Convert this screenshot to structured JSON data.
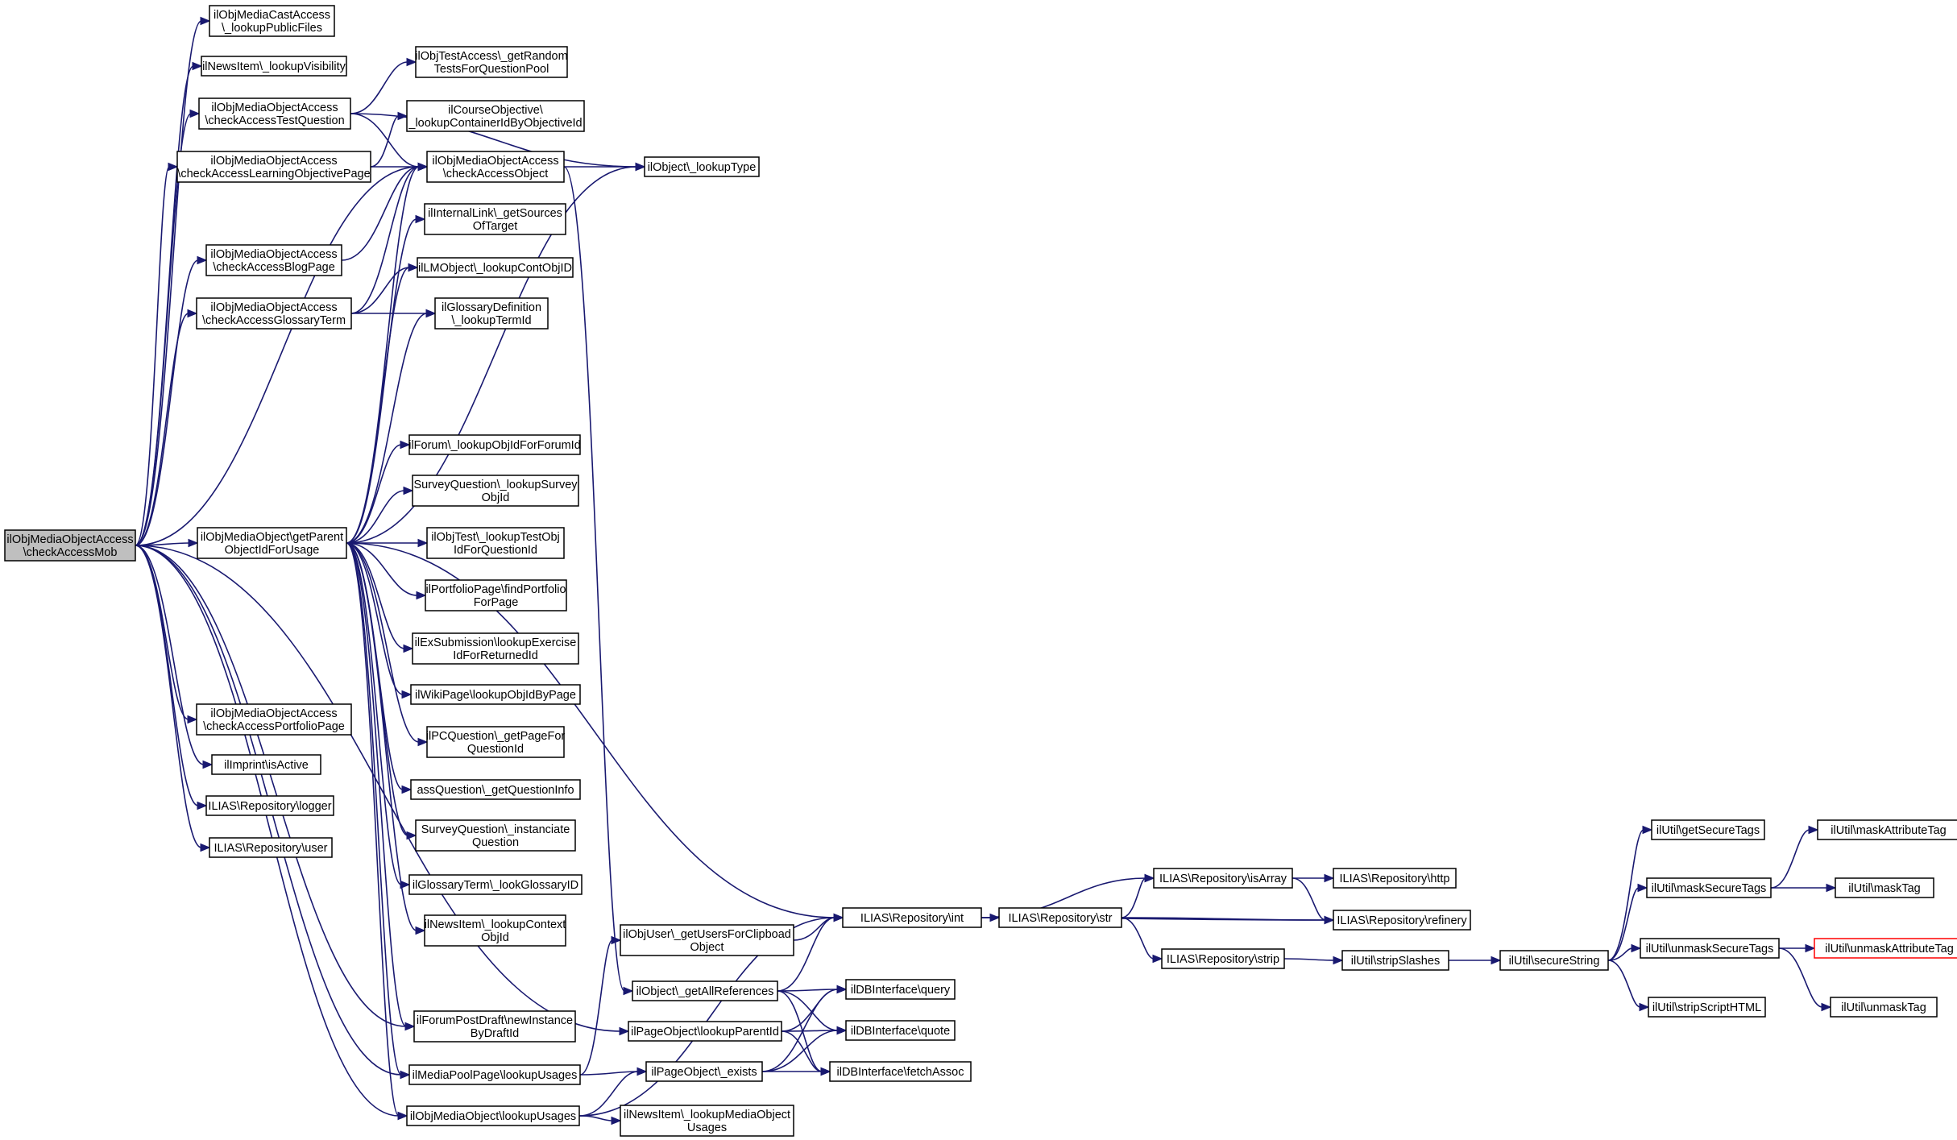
{
  "nodes": [
    {
      "id": "n0",
      "lines": [
        "ilObjMediaObjectAccess",
        "\\checkAccessMob"
      ],
      "style": "root"
    },
    {
      "id": "n1",
      "lines": [
        "ilObjMediaCastAccess",
        "\\_lookupPublicFiles"
      ]
    },
    {
      "id": "n2",
      "lines": [
        "ilNewsItem\\_lookupVisibility"
      ]
    },
    {
      "id": "n3",
      "lines": [
        "ilObjMediaObjectAccess",
        "\\checkAccessTestQuestion"
      ]
    },
    {
      "id": "n4",
      "lines": [
        "ilObjMediaObjectAccess",
        "\\checkAccessLearningObjectivePage"
      ]
    },
    {
      "id": "n5",
      "lines": [
        "ilObjMediaObjectAccess",
        "\\checkAccessBlogPage"
      ]
    },
    {
      "id": "n6",
      "lines": [
        "ilObjMediaObjectAccess",
        "\\checkAccessGlossaryTerm"
      ]
    },
    {
      "id": "n7",
      "lines": [
        "ilObjMediaObject\\getParent",
        "ObjectIdForUsage"
      ]
    },
    {
      "id": "n8",
      "lines": [
        "ilObjMediaObjectAccess",
        "\\checkAccessPortfolioPage"
      ]
    },
    {
      "id": "n9",
      "lines": [
        "ilImprint\\isActive"
      ]
    },
    {
      "id": "n10",
      "lines": [
        "ILIAS\\Repository\\logger"
      ]
    },
    {
      "id": "n11",
      "lines": [
        "ILIAS\\Repository\\user"
      ]
    },
    {
      "id": "n12",
      "lines": [
        "ilObjTestAccess\\_getRandom",
        "TestsForQuestionPool"
      ]
    },
    {
      "id": "n13",
      "lines": [
        "ilCourseObjective\\",
        "_lookupContainerIdByObjectiveId"
      ]
    },
    {
      "id": "n14",
      "lines": [
        "ilObjMediaObjectAccess",
        "\\checkAccessObject"
      ]
    },
    {
      "id": "n15",
      "lines": [
        "ilObject\\_lookupType"
      ]
    },
    {
      "id": "n16",
      "lines": [
        "ilInternalLink\\_getSources",
        "OfTarget"
      ]
    },
    {
      "id": "n17",
      "lines": [
        "ilLMObject\\_lookupContObjID"
      ]
    },
    {
      "id": "n18",
      "lines": [
        "ilGlossaryDefinition",
        "\\_lookupTermId"
      ]
    },
    {
      "id": "n19",
      "lines": [
        "ilForum\\_lookupObjIdForForumId"
      ]
    },
    {
      "id": "n20",
      "lines": [
        "SurveyQuestion\\_lookupSurvey",
        "ObjId"
      ]
    },
    {
      "id": "n21",
      "lines": [
        "ilObjTest\\_lookupTestObj",
        "IdForQuestionId"
      ]
    },
    {
      "id": "n22",
      "lines": [
        "ilPortfolioPage\\findPortfolio",
        "ForPage"
      ]
    },
    {
      "id": "n23",
      "lines": [
        "ilExSubmission\\lookupExercise",
        "IdForReturnedId"
      ]
    },
    {
      "id": "n24",
      "lines": [
        "ilWikiPage\\lookupObjIdByPage"
      ]
    },
    {
      "id": "n25",
      "lines": [
        "ilPCQuestion\\_getPageFor",
        "QuestionId"
      ]
    },
    {
      "id": "n26",
      "lines": [
        "assQuestion\\_getQuestionInfo"
      ]
    },
    {
      "id": "n27",
      "lines": [
        "SurveyQuestion\\_instanciate",
        "Question"
      ]
    },
    {
      "id": "n28",
      "lines": [
        "ilGlossaryTerm\\_lookGlossaryID"
      ]
    },
    {
      "id": "n29",
      "lines": [
        "ilNewsItem\\_lookupContext",
        "ObjId"
      ]
    },
    {
      "id": "n30",
      "lines": [
        "ilForumPostDraft\\newInstance",
        "ByDraftId"
      ]
    },
    {
      "id": "n31",
      "lines": [
        "ilMediaPoolPage\\lookupUsages"
      ]
    },
    {
      "id": "n32",
      "lines": [
        "ilObjMediaObject\\lookupUsages"
      ]
    },
    {
      "id": "n33",
      "lines": [
        "ilObjUser\\_getUsersForClipboad",
        "Object"
      ]
    },
    {
      "id": "n34",
      "lines": [
        "ilObject\\_getAllReferences"
      ]
    },
    {
      "id": "n35",
      "lines": [
        "ilPageObject\\lookupParentId"
      ]
    },
    {
      "id": "n36",
      "lines": [
        "ilPageObject\\_exists"
      ]
    },
    {
      "id": "n37",
      "lines": [
        "ilNewsItem\\_lookupMediaObject",
        "Usages"
      ]
    },
    {
      "id": "n38",
      "lines": [
        "ILIAS\\Repository\\int"
      ]
    },
    {
      "id": "n39",
      "lines": [
        "ilDBInterface\\query"
      ]
    },
    {
      "id": "n40",
      "lines": [
        "ilDBInterface\\quote"
      ]
    },
    {
      "id": "n41",
      "lines": [
        "ilDBInterface\\fetchAssoc"
      ]
    },
    {
      "id": "n42",
      "lines": [
        "ILIAS\\Repository\\str"
      ]
    },
    {
      "id": "n43",
      "lines": [
        "ILIAS\\Repository\\isArray"
      ]
    },
    {
      "id": "n44",
      "lines": [
        "ILIAS\\Repository\\strip"
      ]
    },
    {
      "id": "n45",
      "lines": [
        "ILIAS\\Repository\\http"
      ]
    },
    {
      "id": "n46",
      "lines": [
        "ILIAS\\Repository\\refinery"
      ]
    },
    {
      "id": "n47",
      "lines": [
        "ilUtil\\stripSlashes"
      ]
    },
    {
      "id": "n48",
      "lines": [
        "ilUtil\\secureString"
      ]
    },
    {
      "id": "n49",
      "lines": [
        "ilUtil\\getSecureTags"
      ]
    },
    {
      "id": "n50",
      "lines": [
        "ilUtil\\maskSecureTags"
      ]
    },
    {
      "id": "n51",
      "lines": [
        "ilUtil\\unmaskSecureTags"
      ]
    },
    {
      "id": "n52",
      "lines": [
        "ilUtil\\stripScriptHTML"
      ]
    },
    {
      "id": "n53",
      "lines": [
        "ilUtil\\maskAttributeTag"
      ]
    },
    {
      "id": "n54",
      "lines": [
        "ilUtil\\maskTag"
      ]
    },
    {
      "id": "n55",
      "lines": [
        "ilUtil\\unmaskAttributeTag"
      ],
      "style": "red"
    },
    {
      "id": "n56",
      "lines": [
        "ilUtil\\unmaskTag"
      ]
    }
  ],
  "edges": [
    [
      "n0",
      "n1"
    ],
    [
      "n0",
      "n2"
    ],
    [
      "n0",
      "n3"
    ],
    [
      "n0",
      "n4"
    ],
    [
      "n0",
      "n5"
    ],
    [
      "n0",
      "n6"
    ],
    [
      "n0",
      "n7"
    ],
    [
      "n0",
      "n8"
    ],
    [
      "n0",
      "n9"
    ],
    [
      "n0",
      "n10"
    ],
    [
      "n0",
      "n11"
    ],
    [
      "n0",
      "n14"
    ],
    [
      "n0",
      "n30"
    ],
    [
      "n0",
      "n31"
    ],
    [
      "n0",
      "n32"
    ],
    [
      "n0",
      "n35"
    ],
    [
      "n3",
      "n12"
    ],
    [
      "n3",
      "n14"
    ],
    [
      "n3",
      "n15"
    ],
    [
      "n4",
      "n13"
    ],
    [
      "n4",
      "n14"
    ],
    [
      "n5",
      "n14"
    ],
    [
      "n6",
      "n14"
    ],
    [
      "n6",
      "n17"
    ],
    [
      "n6",
      "n18"
    ],
    [
      "n7",
      "n14"
    ],
    [
      "n7",
      "n15"
    ],
    [
      "n7",
      "n16"
    ],
    [
      "n7",
      "n17"
    ],
    [
      "n7",
      "n18"
    ],
    [
      "n7",
      "n19"
    ],
    [
      "n7",
      "n20"
    ],
    [
      "n7",
      "n21"
    ],
    [
      "n7",
      "n22"
    ],
    [
      "n7",
      "n23"
    ],
    [
      "n7",
      "n24"
    ],
    [
      "n7",
      "n25"
    ],
    [
      "n7",
      "n26"
    ],
    [
      "n7",
      "n27"
    ],
    [
      "n7",
      "n28"
    ],
    [
      "n7",
      "n29"
    ],
    [
      "n7",
      "n30"
    ],
    [
      "n7",
      "n31"
    ],
    [
      "n7",
      "n32"
    ],
    [
      "n7",
      "n38"
    ],
    [
      "n14",
      "n15"
    ],
    [
      "n14",
      "n34"
    ],
    [
      "n31",
      "n33"
    ],
    [
      "n31",
      "n36"
    ],
    [
      "n32",
      "n36"
    ],
    [
      "n32",
      "n37"
    ],
    [
      "n32",
      "n38"
    ],
    [
      "n33",
      "n38"
    ],
    [
      "n34",
      "n38"
    ],
    [
      "n34",
      "n39"
    ],
    [
      "n34",
      "n40"
    ],
    [
      "n34",
      "n41"
    ],
    [
      "n35",
      "n39"
    ],
    [
      "n35",
      "n40"
    ],
    [
      "n35",
      "n41"
    ],
    [
      "n36",
      "n39"
    ],
    [
      "n36",
      "n40"
    ],
    [
      "n36",
      "n41"
    ],
    [
      "n38",
      "n42"
    ],
    [
      "n38",
      "n43"
    ],
    [
      "n38",
      "n46"
    ],
    [
      "n42",
      "n43"
    ],
    [
      "n42",
      "n44"
    ],
    [
      "n42",
      "n46"
    ],
    [
      "n43",
      "n45"
    ],
    [
      "n43",
      "n46"
    ],
    [
      "n44",
      "n47"
    ],
    [
      "n47",
      "n48"
    ],
    [
      "n48",
      "n49"
    ],
    [
      "n48",
      "n50"
    ],
    [
      "n48",
      "n51"
    ],
    [
      "n48",
      "n52"
    ],
    [
      "n50",
      "n53"
    ],
    [
      "n50",
      "n54"
    ],
    [
      "n51",
      "n55"
    ],
    [
      "n51",
      "n56"
    ]
  ]
}
